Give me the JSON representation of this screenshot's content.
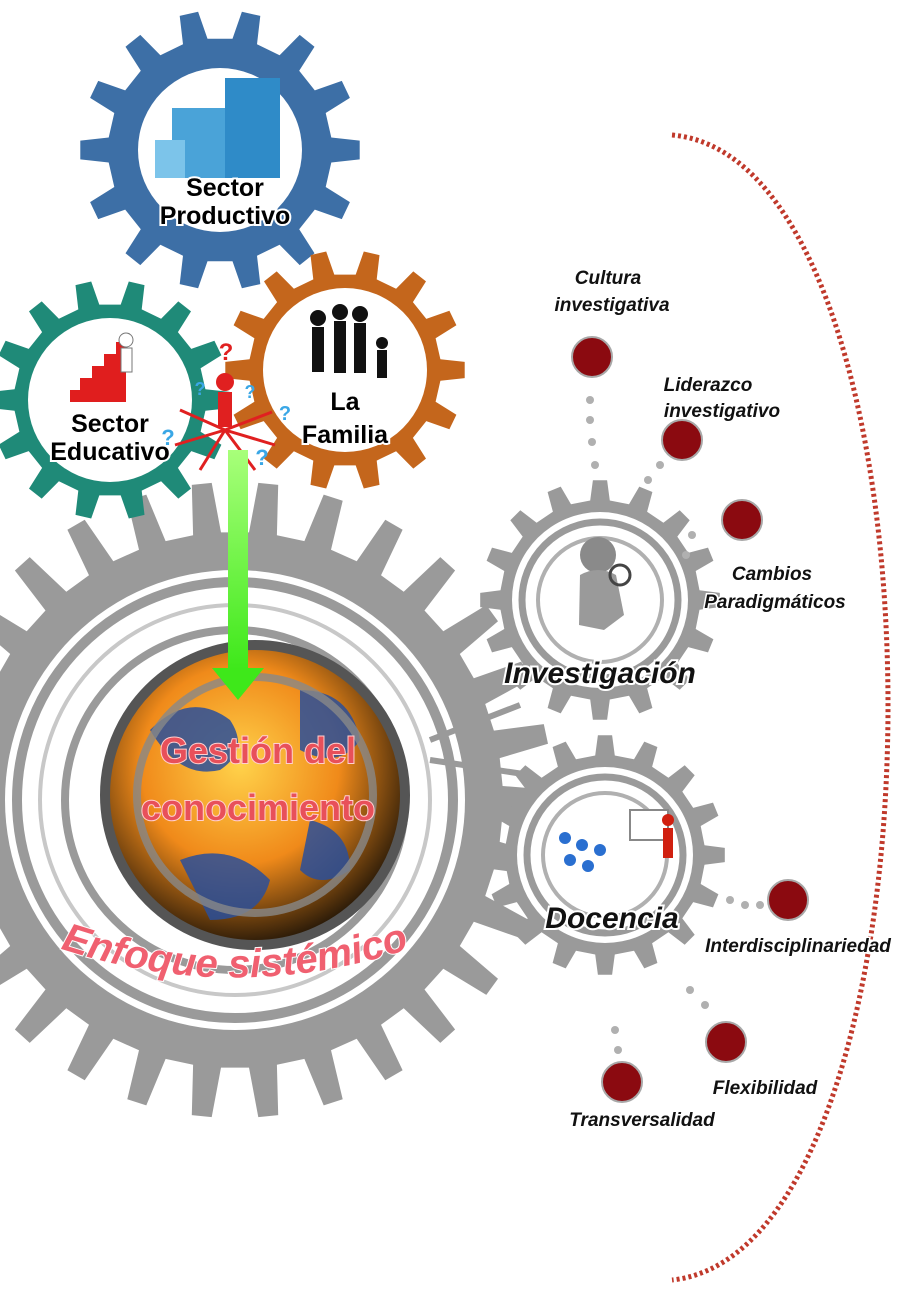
{
  "gears": {
    "sector_productivo": {
      "line1": "Sector",
      "line2": "Productivo"
    },
    "sector_educativo": {
      "line1": "Sector",
      "line2": "Educativo"
    },
    "la_familia": {
      "line1": "La",
      "line2": "Familia"
    }
  },
  "center": {
    "title_line1": "Gestión del",
    "title_line2": "conocimiento",
    "arc_label": "Enfoque sistémico"
  },
  "investigacion": {
    "label": "Investigación",
    "items": [
      "Cultura investigativa",
      "Liderazco investigativo",
      "Cambios Paradigmáticos"
    ]
  },
  "docencia": {
    "label": "Docencia",
    "items": [
      "Interdisciplinariedad",
      "Flexibilidad",
      "Transversalidad"
    ]
  },
  "colors": {
    "gear_blue": "#3d6fa6",
    "gear_teal": "#1f8a78",
    "gear_orange": "#c4661c",
    "gear_gray": "#9a9a9a",
    "dot_red": "#8b0a10",
    "arrow_green": "#5cff2a",
    "dashed_arc": "#c0392b"
  }
}
